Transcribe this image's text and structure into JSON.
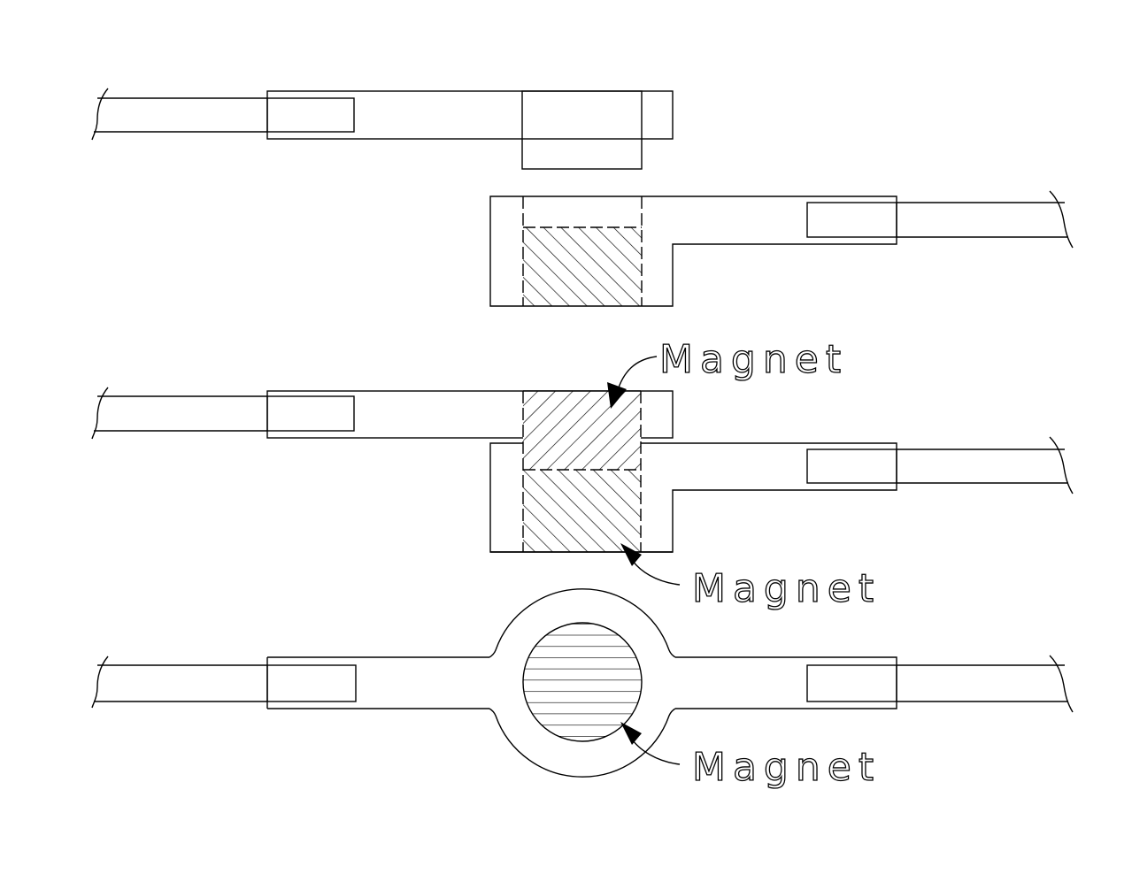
{
  "labels": [
    {
      "text": "Magnet"
    },
    {
      "text": "Magnet"
    },
    {
      "text": "Magnet"
    }
  ],
  "colors": {
    "line": "#000000",
    "background": "#ffffff"
  }
}
